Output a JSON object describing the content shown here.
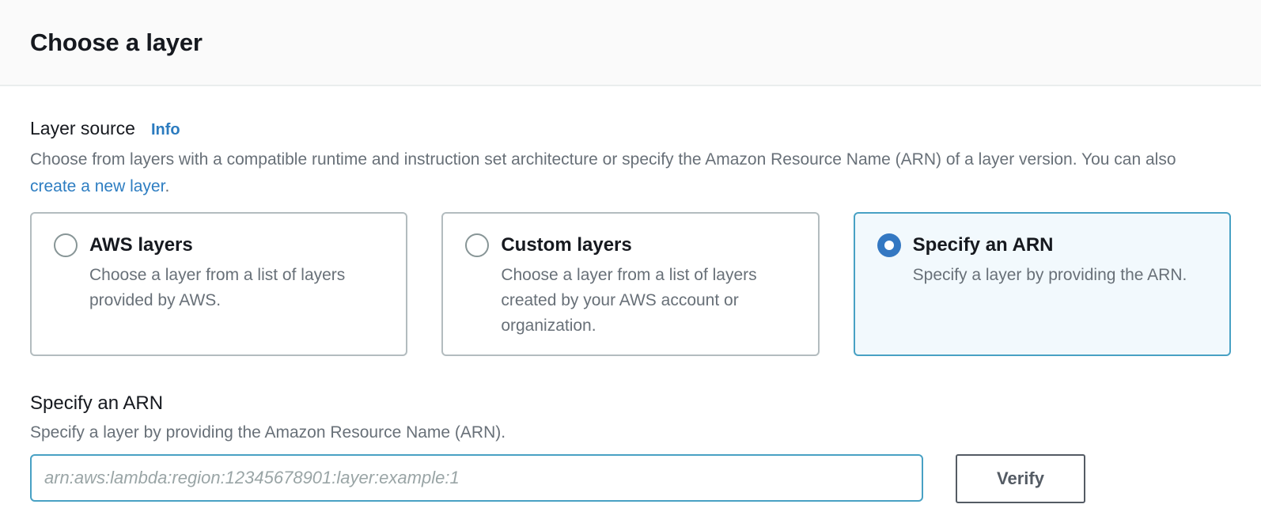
{
  "header": {
    "title": "Choose a layer"
  },
  "layer_source": {
    "label": "Layer source",
    "info_link": "Info",
    "description_before_link": "Choose from layers with a compatible runtime and instruction set architecture or specify the Amazon Resource Name (ARN) of a layer version. You can also ",
    "create_link": "create a new layer",
    "description_after_link": "."
  },
  "options": [
    {
      "title": "AWS layers",
      "description": "Choose a layer from a list of layers provided by AWS.",
      "selected": false
    },
    {
      "title": "Custom layers",
      "description": "Choose a layer from a list of layers created by your AWS account or organization.",
      "selected": false
    },
    {
      "title": "Specify an ARN",
      "description": "Specify a layer by providing the ARN.",
      "selected": true
    }
  ],
  "arn_section": {
    "title": "Specify an ARN",
    "description": "Specify a layer by providing the Amazon Resource Name (ARN).",
    "input_value": "",
    "input_placeholder": "arn:aws:lambda:region:12345678901:layer:example:1",
    "verify_button": "Verify"
  },
  "colors": {
    "link_blue": "#2e7ec2",
    "selected_border": "#48a1c4",
    "selected_background": "#f2f9fd",
    "radio_selected": "#3478c2",
    "text_secondary": "#687078",
    "header_background": "#fafafa"
  }
}
